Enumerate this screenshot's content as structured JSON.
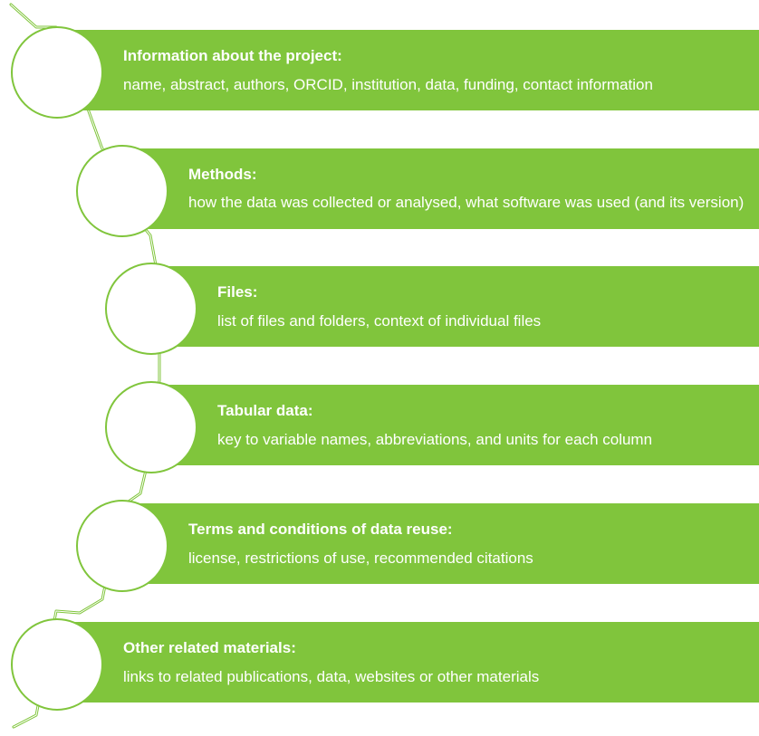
{
  "steps": [
    {
      "title": "Information about the project:",
      "description": "name, abstract, authors, ORCID, institution, data, funding, contact information"
    },
    {
      "title": "Methods:",
      "description": "how the data was collected or analysed, what software was used (and its version)"
    },
    {
      "title": "Files:",
      "description": "list of files and folders, context of individual files"
    },
    {
      "title": "Tabular data:",
      "description": "key to variable names, abbreviations, and units for each column"
    },
    {
      "title": "Terms and conditions of data reuse:",
      "description": "license, restrictions of use, recommended citations"
    },
    {
      "title": "Other related materials:",
      "description": "links to related publications, data, websites or other materials"
    }
  ],
  "colors": {
    "accent": "#80c53c",
    "text_on_accent": "#ffffff",
    "background": "#ffffff"
  }
}
